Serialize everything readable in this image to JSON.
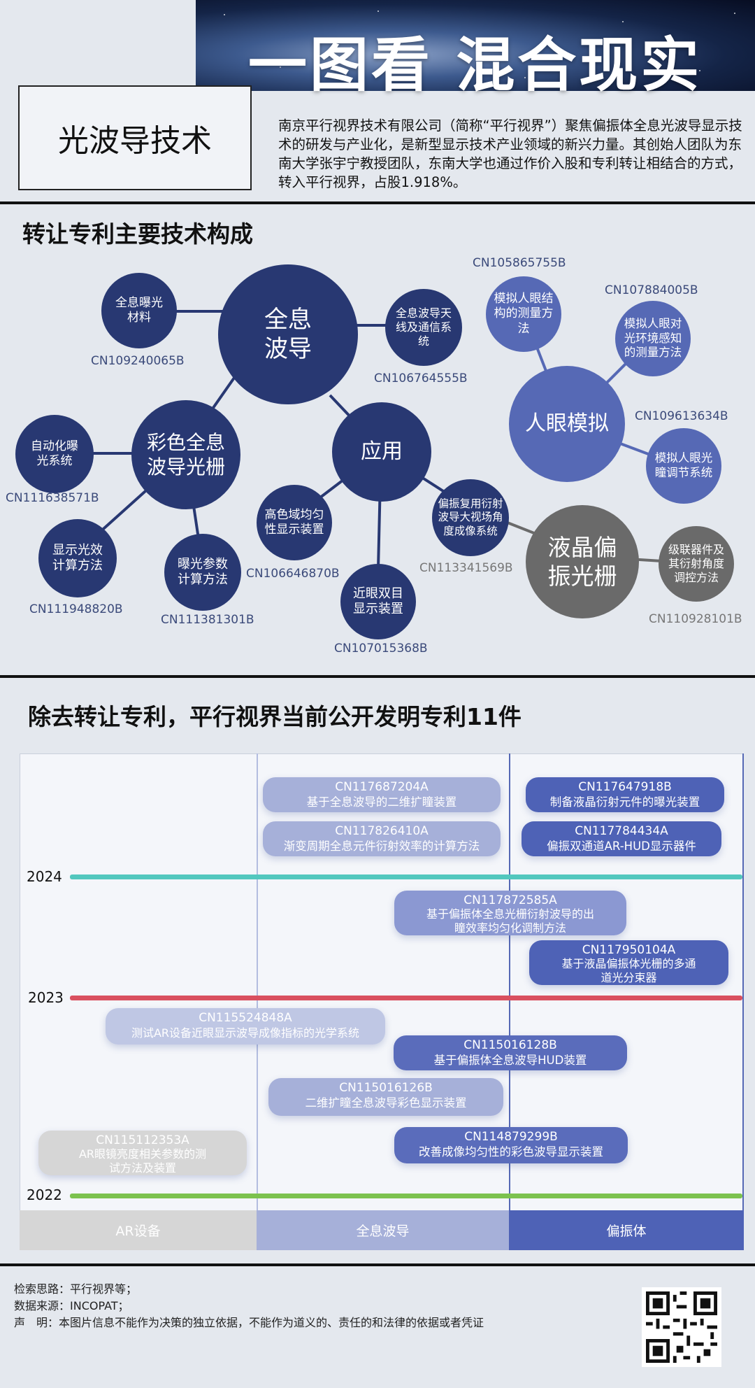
{
  "header": {
    "title": "一图看 混合现实",
    "subject": "光波导技术",
    "intro": "南京平行视界技术有限公司（简称“平行视界”）聚焦偏振体全息光波导显示技术的研发与产业化，是新型显示技术产业领域的新兴力量。其创始人团队为东南大学张宇宁教授团队，东南大学也通过作价入股和专利转让相结合的方式，转入平行视界，占股1.918%。"
  },
  "section1": {
    "title": "转让专利主要技术构成",
    "hubs": {
      "holo": "全息波导",
      "color": "彩色全息波导光栅",
      "app": "应用",
      "eye": "人眼模拟",
      "lc": "液晶偏振光栅"
    },
    "nodes": {
      "expo_mat": "全息曝光材料",
      "antenna": "全息波导天线及通信系统",
      "auto_exp": "自动化曝光系统",
      "display_calc": "显示光效计算方法",
      "exp_param": "曝光参数计算方法",
      "gamut": "高色域均匀性显示装置",
      "near_eye": "近眼双目显示装置",
      "polar_mux": "偏振复用衍射波导大视场角度成像系统",
      "eye_struct": "模拟人眼结构的测量方法",
      "eye_light": "模拟人眼对光环境感知的测量方法",
      "pupil": "模拟人眼光瞳调节系统",
      "cascade": "级联器件及其衍射角度调控方法"
    },
    "labels": {
      "expo_mat": "CN109240065B",
      "antenna": "CN106764555B",
      "auto_exp": "CN111638571B",
      "display_calc": "CN111948820B",
      "exp_param": "CN111381301B",
      "gamut": "CN106646870B",
      "near_eye": "CN107015368B",
      "polar_mux": "CN113341569B",
      "eye_struct": "CN105865755B",
      "eye_light": "CN107884005B",
      "pupil": "CN109613634B",
      "cascade": "CN110928101B"
    }
  },
  "section2": {
    "title": "除去转让专利，平行视界当前公开发明专利11件",
    "years": [
      "2024",
      "2023",
      "2022"
    ],
    "columns": [
      "AR设备",
      "全息波导",
      "偏振体"
    ],
    "cards": [
      {
        "id": "CN117687204A",
        "text": "基于全息波导的二维扩瞳装置"
      },
      {
        "id": "CN117826410A",
        "text": "渐变周期全息元件衍射效率的计算方法"
      },
      {
        "id": "CN117647918B",
        "text": "制备液晶衍射元件的曝光装置"
      },
      {
        "id": "CN117784434A",
        "text": "偏振双通道AR-HUD显示器件"
      },
      {
        "id": "CN117872585A",
        "text": "基于偏振体全息光栅衍射波导的出瞳效率均匀化调制方法"
      },
      {
        "id": "CN117950104A",
        "text": "基于液晶偏振体光栅的多通道光分束器"
      },
      {
        "id": "CN115524848A",
        "text": "测试AR设备近眼显示波导成像指标的光学系统"
      },
      {
        "id": "CN115016128B",
        "text": "基于偏振体全息波导HUD装置"
      },
      {
        "id": "CN115016126B",
        "text": "二维扩瞳全息波导彩色显示装置"
      },
      {
        "id": "CN115112353A",
        "text": "AR眼镜亮度相关参数的测试方法及装置"
      },
      {
        "id": "CN114879299B",
        "text": "改善成像均匀性的彩色波导显示装置"
      }
    ]
  },
  "footer": {
    "search": "检索思路：平行视界等；",
    "source": "数据来源：INCOPAT；",
    "disclaimer": "声　明：本图片信息不能作为决策的独立依据，不能作为道义的、责任的和法律的依据或者凭证"
  },
  "colors": {
    "navy": "#283872",
    "steel": "#5669b5",
    "gray": "#6a6a6a",
    "year2024": "#52c7be",
    "year2023": "#d9505f",
    "year2022": "#7cc24e"
  }
}
